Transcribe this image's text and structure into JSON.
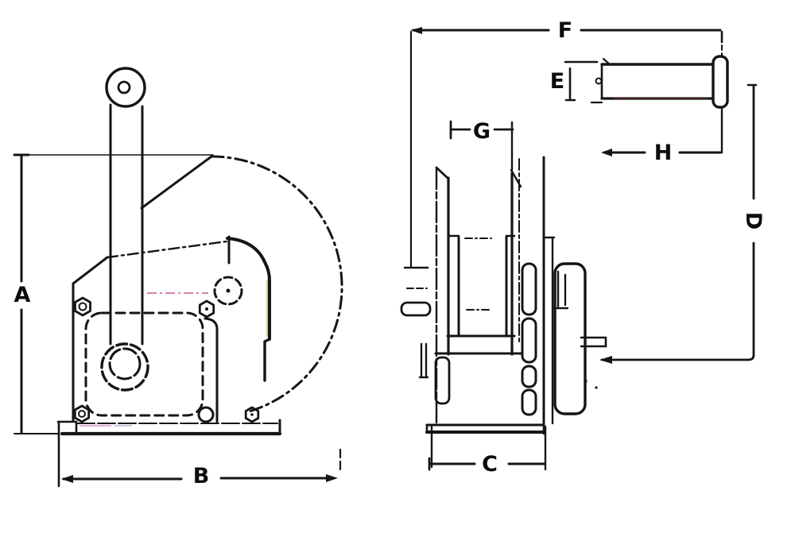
{
  "drawing": {
    "type": "technical dimension drawing - hand winch, front and side views with pin detail",
    "colors": {
      "background": "#ffffff",
      "line": "#151515",
      "thin_line": "#3a3a3a",
      "artifact_pink": "#cf6ba1",
      "artifact_green": "#b9c457",
      "artifact_red": "#a63b2f"
    },
    "dimension_labels": {
      "a": "A",
      "b": "B",
      "c": "C",
      "d": "D",
      "e": "E",
      "f": "F",
      "g": "G",
      "h": "H"
    }
  }
}
